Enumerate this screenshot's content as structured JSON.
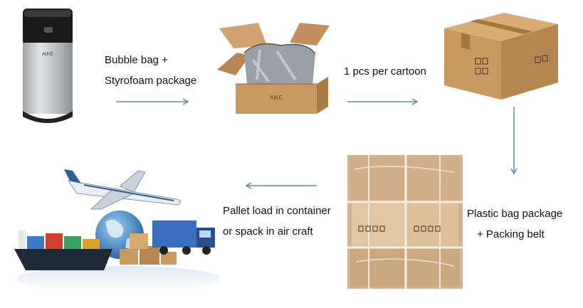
{
  "steps": {
    "step1": {
      "line1": "Bubble bag +",
      "line2": "Styrofoam package"
    },
    "step2": {
      "line1": "1 pcs per cartoon"
    },
    "step3": {
      "line1": "Plastic bag package",
      "line2": "+ Packing belt"
    },
    "step4": {
      "line1": "Pallet load in container",
      "line2": "or spack in air craft"
    }
  },
  "brand": {
    "product_logo": "AIKE",
    "box_logo": "AIKE"
  },
  "colors": {
    "arrow": "#5a8fa3",
    "cardboard": "#c89a62",
    "cardboard_dark": "#a87a45",
    "dryer_body": "#c9cbcd",
    "dryer_top": "#1c1c1c",
    "ocean": "#2c6fb2"
  }
}
